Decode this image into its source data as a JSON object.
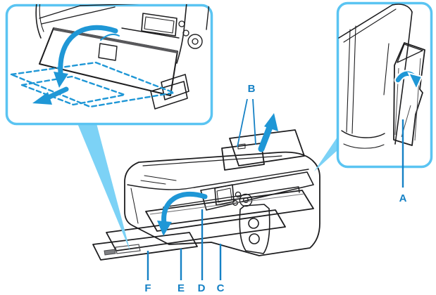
{
  "diagram": {
    "callout_labels": {
      "a": "A",
      "b": "B",
      "c": "C",
      "d": "D",
      "e": "E",
      "f": "F"
    },
    "colors": {
      "callout_border": "#5ac4f2",
      "pointer_wedge": "#7cd2f6",
      "label_text": "#1581c5",
      "leader_line": "#1581c5",
      "arrow_blue": "#1f97d6",
      "panel_dark_gray": "#85858a",
      "panel_mid_gray": "#9b9c9f",
      "panel_light_gray": "#cfd0d3",
      "line_art": "#1d1d1f",
      "background": "#ffffff"
    },
    "icons": {
      "left_callout_open_arrow": "curved-arrow-down-icon",
      "left_callout_pull_arrow": "arrow-southwest-icon",
      "left_callout_tray_outline": "dashed-tray-outline",
      "main_extend_arrow": "arrow-up-icon",
      "main_open_tray_arrow": "curved-arrow-down-left-icon",
      "right_callout_tilt_arrow": "curved-arrow-right-icon"
    }
  }
}
